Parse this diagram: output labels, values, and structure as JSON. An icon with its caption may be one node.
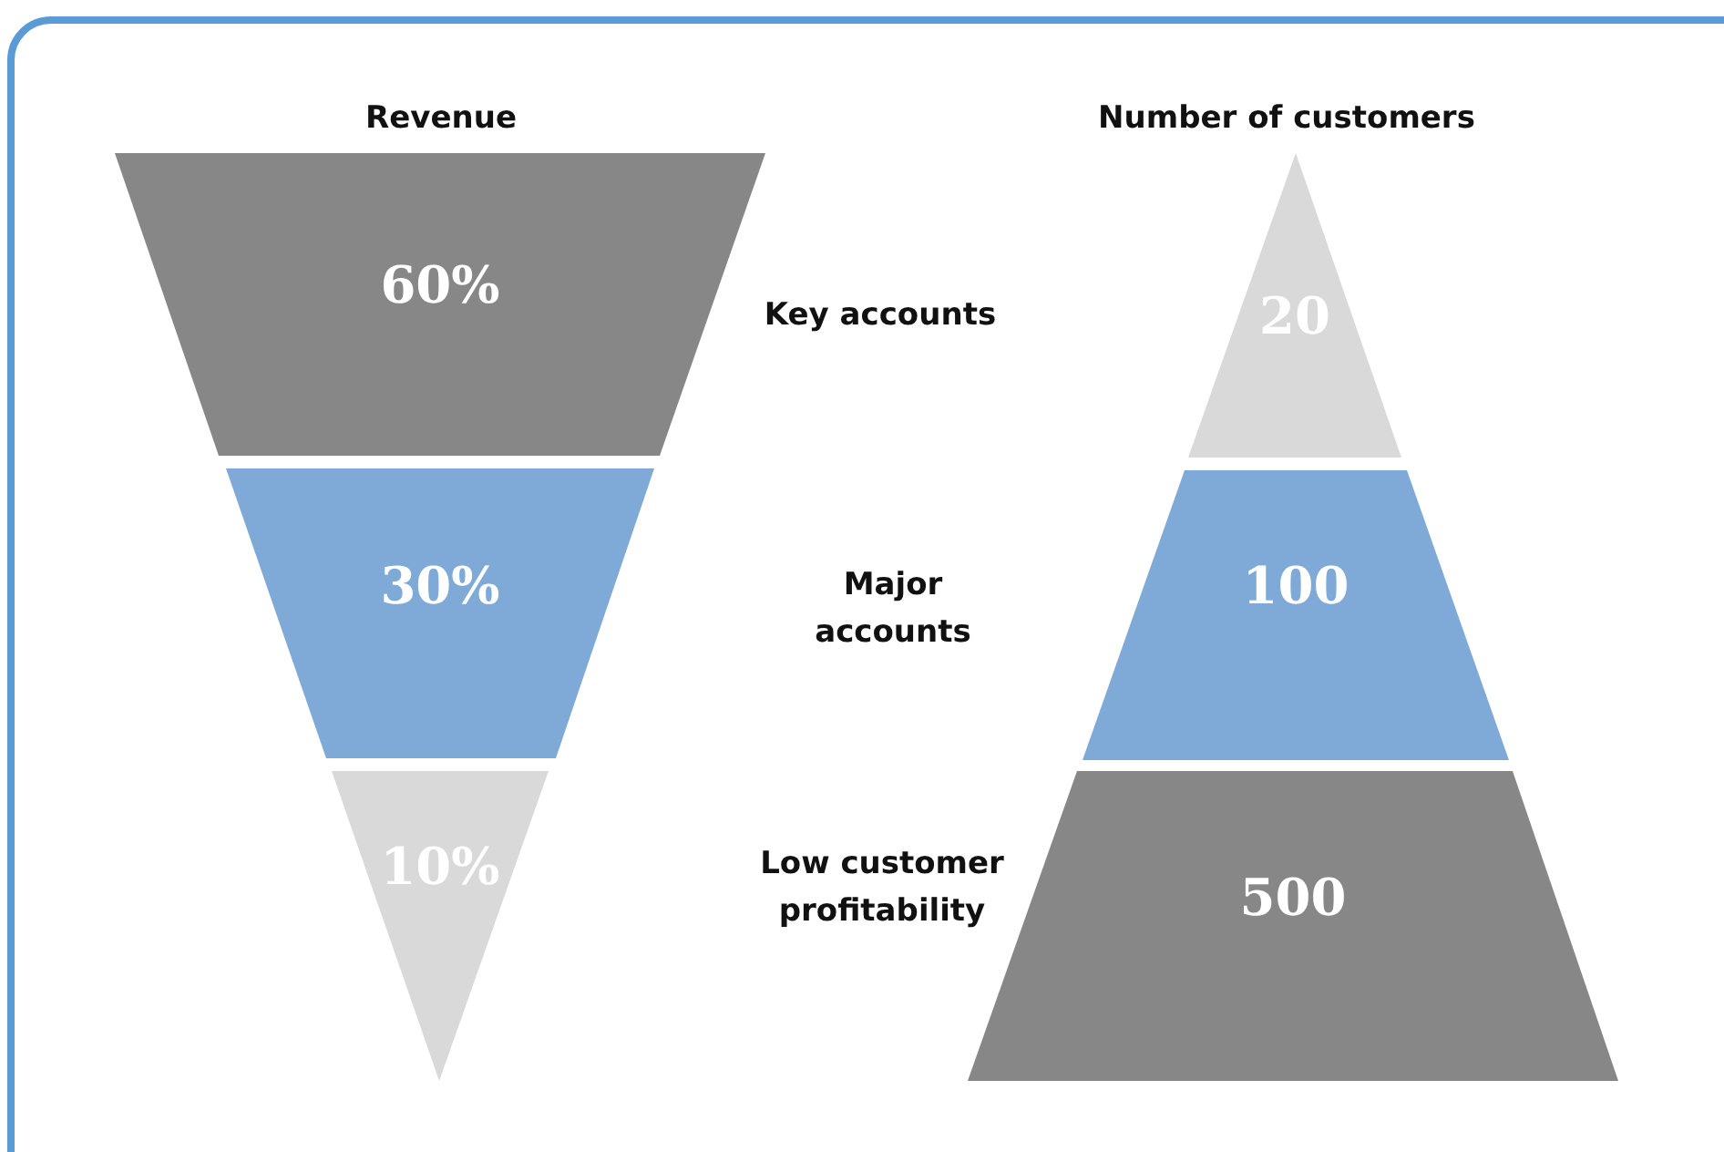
{
  "diagram": {
    "nodes": [
      {
        "text": [
          "60%"
        ]
      },
      {
        "text": [
          "30%"
        ]
      },
      {
        "text": [
          "10%"
        ]
      },
      {
        "text": [
          "20"
        ]
      },
      {
        "text": [
          "100"
        ]
      },
      {
        "text": [
          "500"
        ]
      }
    ],
    "labels": [
      "Revenue",
      "Number of customers",
      "Key accounts",
      "Major accounts",
      "Low customer profitability"
    ]
  }
}
